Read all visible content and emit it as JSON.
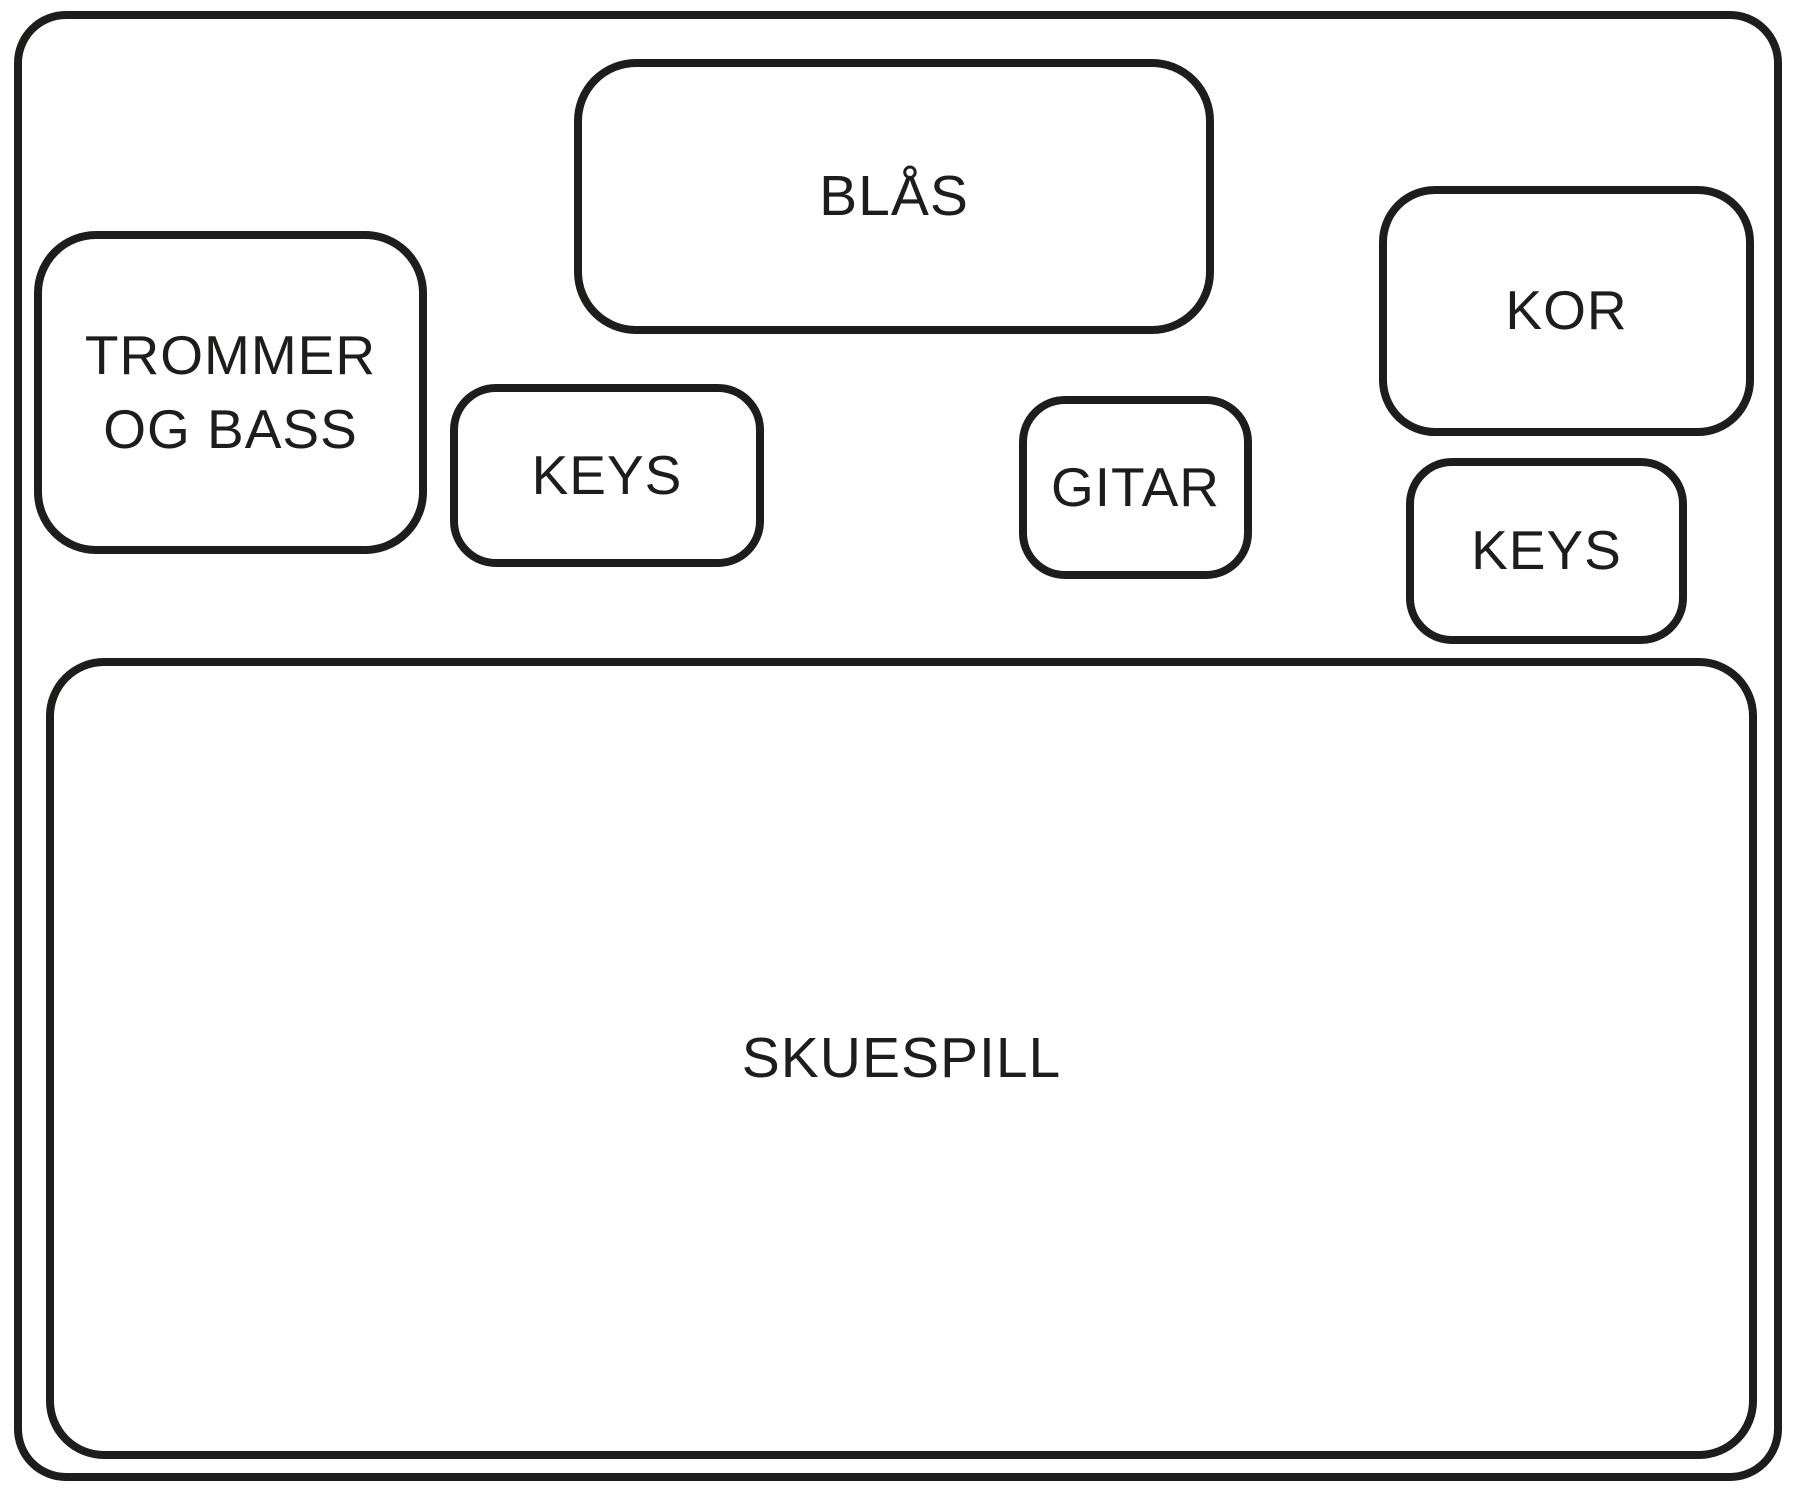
{
  "stage": {
    "background_color": "#ffffff",
    "line_color": "#1d1d1b",
    "boxes": [
      {
        "id": "blas",
        "label": "BLÅS"
      },
      {
        "id": "trommer-og-bass",
        "label": "TROMMER OG BASS"
      },
      {
        "id": "keys-left",
        "label": "KEYS"
      },
      {
        "id": "gitar",
        "label": "GITAR"
      },
      {
        "id": "kor",
        "label": "KOR"
      },
      {
        "id": "keys-right",
        "label": "KEYS"
      },
      {
        "id": "skuespill",
        "label": "SKUESPILL"
      }
    ]
  }
}
